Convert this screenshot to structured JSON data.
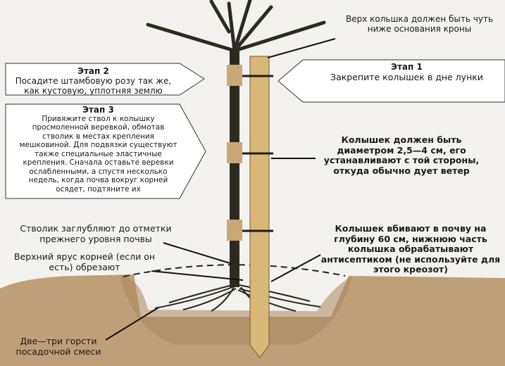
{
  "callouts": {
    "top_right": "Верх кольшка должен быть чуть ниже основания кроны",
    "stage1": {
      "title": "Этап 1",
      "body": "Закрепите колышек в дне лунки"
    },
    "stage2": {
      "title": "Этап 2",
      "body": "Посадите штамбовую розу так же, как кустовую, уплотняя землю"
    },
    "stage3": {
      "title": "Этап 3",
      "body": "Привяжите ствол к колышку просмоленной веревкой, обмотав стволик в местах крепления мешковиной. Для подвязки существуют также специальные эластичные крепления. Сначала оставьте веревки ослабленными, а спустя несколько недель, когда почва вокруг корней осядет, подтяните их"
    },
    "diameter": "Колышек должен быть диаметром 2,5—4 см, его устанавливают с той стороны, откуда обычно дует ветер",
    "depth": "Стволик заглубляют до отметки прежнего уровня почвы",
    "roots": "Верхний ярус корней (если он есть) обрезают",
    "stake_driven": "Колышек вбивают в почву на глубину 60 см, нижнюю часть колышка обрабатывают антисептиком (не используйте для этого креозот)",
    "mix": "Две—три горсти посадочной смеси"
  },
  "colors": {
    "soil": "#b99a72",
    "stake": "#d9b97a",
    "trunk": "#2c2a22",
    "panel": "#ffffff"
  }
}
